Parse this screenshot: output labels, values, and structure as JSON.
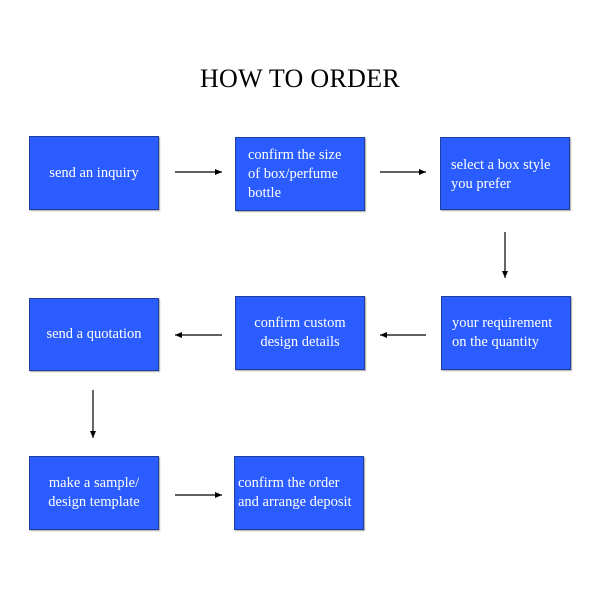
{
  "title": "HOW TO ORDER",
  "colors": {
    "box_fill": "#2a5cff",
    "box_text": "#ffffff",
    "arrow": "#000000",
    "title": "#000000"
  },
  "steps": [
    {
      "label": "send an inquiry"
    },
    {
      "label": "confirm the size\nof box/perfume\nbottle"
    },
    {
      "label": "select a box style\nyou prefer"
    },
    {
      "label": "your requirement\non the quantity"
    },
    {
      "label": "confirm custom\ndesign details"
    },
    {
      "label": "send a quotation"
    },
    {
      "label": "make a sample/\ndesign template"
    },
    {
      "label": "confirm the order\nand arrange deposit"
    }
  ]
}
